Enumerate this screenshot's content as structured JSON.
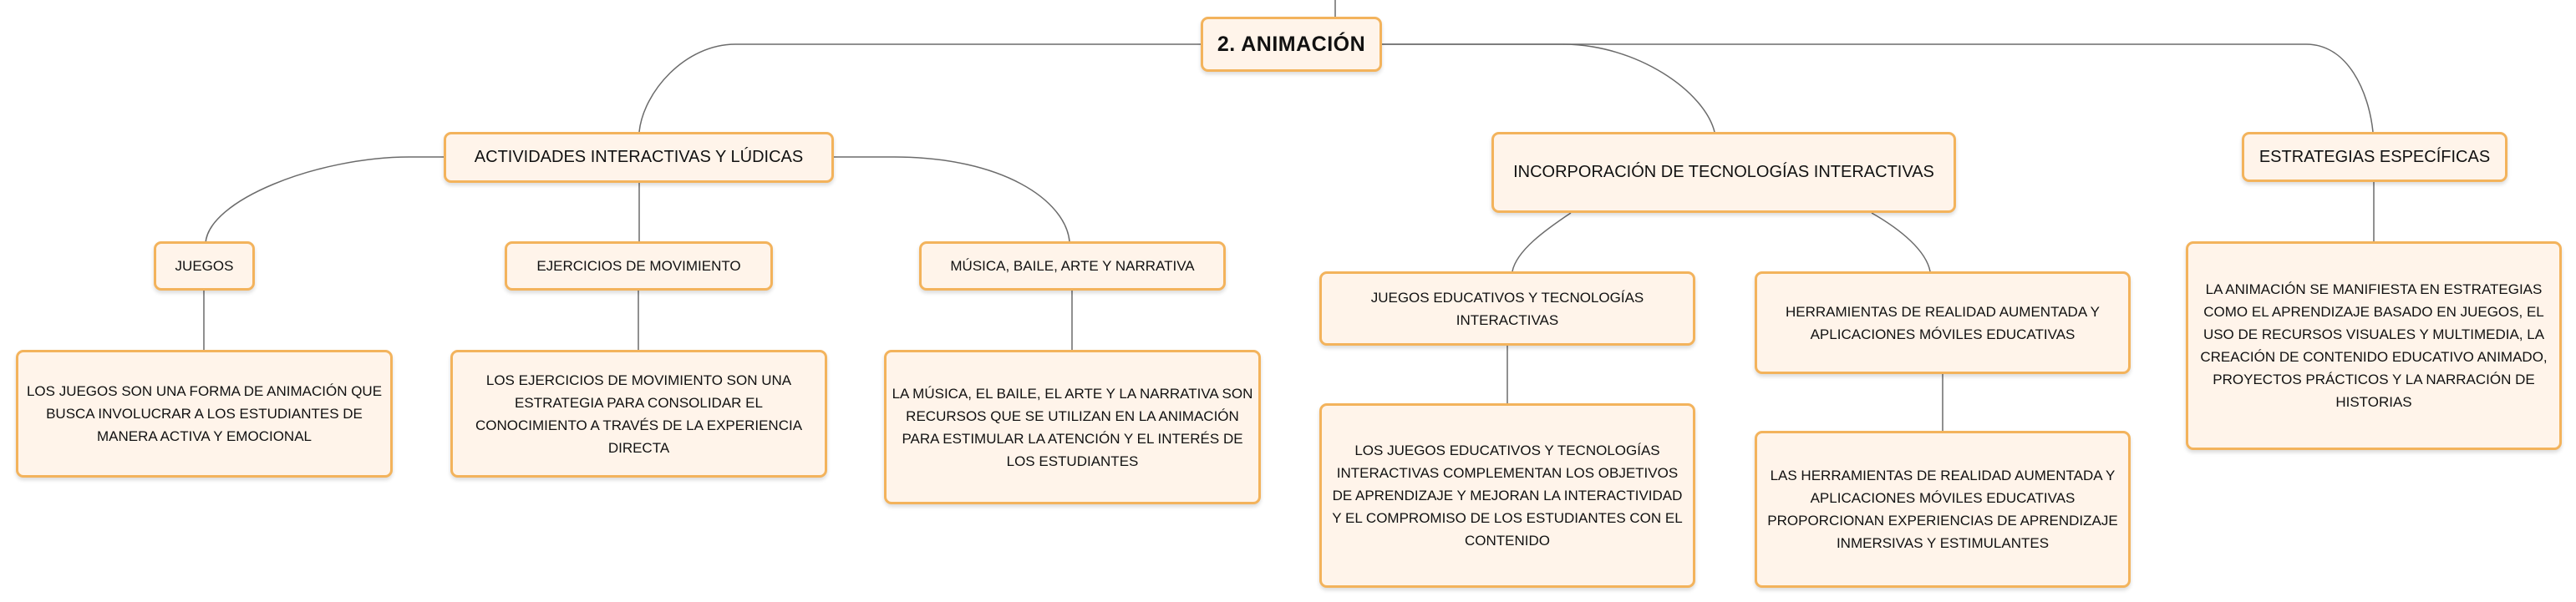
{
  "root": {
    "label": "2. ANIMACIÓN"
  },
  "branches": [
    {
      "label": "ACTIVIDADES INTERACTIVAS Y LÚDICAS",
      "children": [
        {
          "label": "JUEGOS",
          "detail": "LOS JUEGOS SON UNA FORMA DE ANIMACIÓN QUE BUSCA INVOLUCRAR A LOS ESTUDIANTES DE MANERA ACTIVA Y EMOCIONAL"
        },
        {
          "label": "EJERCICIOS DE MOVIMIENTO",
          "detail": "LOS EJERCICIOS DE MOVIMIENTO SON UNA ESTRATEGIA PARA CONSOLIDAR EL CONOCIMIENTO A TRAVÉS DE LA EXPERIENCIA DIRECTA"
        },
        {
          "label": "MÚSICA, BAILE, ARTE Y NARRATIVA",
          "detail": "LA MÚSICA, EL BAILE, EL ARTE Y LA NARRATIVA SON RECURSOS QUE SE UTILIZAN EN LA ANIMACIÓN PARA ESTIMULAR LA ATENCIÓN Y EL INTERÉS DE LOS ESTUDIANTES"
        }
      ]
    },
    {
      "label": "INCORPORACIÓN DE TECNOLOGÍAS INTERACTIVAS",
      "children": [
        {
          "label": "JUEGOS EDUCATIVOS Y TECNOLOGÍAS INTERACTIVAS",
          "detail": "LOS JUEGOS EDUCATIVOS Y TECNOLOGÍAS INTERACTIVAS COMPLEMENTAN LOS OBJETIVOS DE APRENDIZAJE Y MEJORAN LA INTERACTIVIDAD Y EL COMPROMISO DE LOS ESTUDIANTES CON EL CONTENIDO"
        },
        {
          "label": "HERRAMIENTAS DE REALIDAD AUMENTADA Y APLICACIONES MÓVILES EDUCATIVAS",
          "detail": "LAS HERRAMIENTAS DE REALIDAD AUMENTADA Y APLICACIONES MÓVILES EDUCATIVAS PROPORCIONAN EXPERIENCIAS DE APRENDIZAJE INMERSIVAS Y ESTIMULANTES"
        }
      ]
    },
    {
      "label": "ESTRATEGIAS ESPECÍFICAS",
      "detail": "LA ANIMACIÓN SE MANIFIESTA EN ESTRATEGIAS COMO EL APRENDIZAJE BASADO EN JUEGOS, EL USO DE RECURSOS VISUALES Y MULTIMEDIA, LA CREACIÓN DE CONTENIDO EDUCATIVO ANIMADO, PROYECTOS PRÁCTICOS Y LA NARRACIÓN DE HISTORIAS"
    }
  ],
  "colors": {
    "node_fill": "#fff4ea",
    "node_border": "#f3b35c",
    "connector": "#6b6b6b"
  }
}
